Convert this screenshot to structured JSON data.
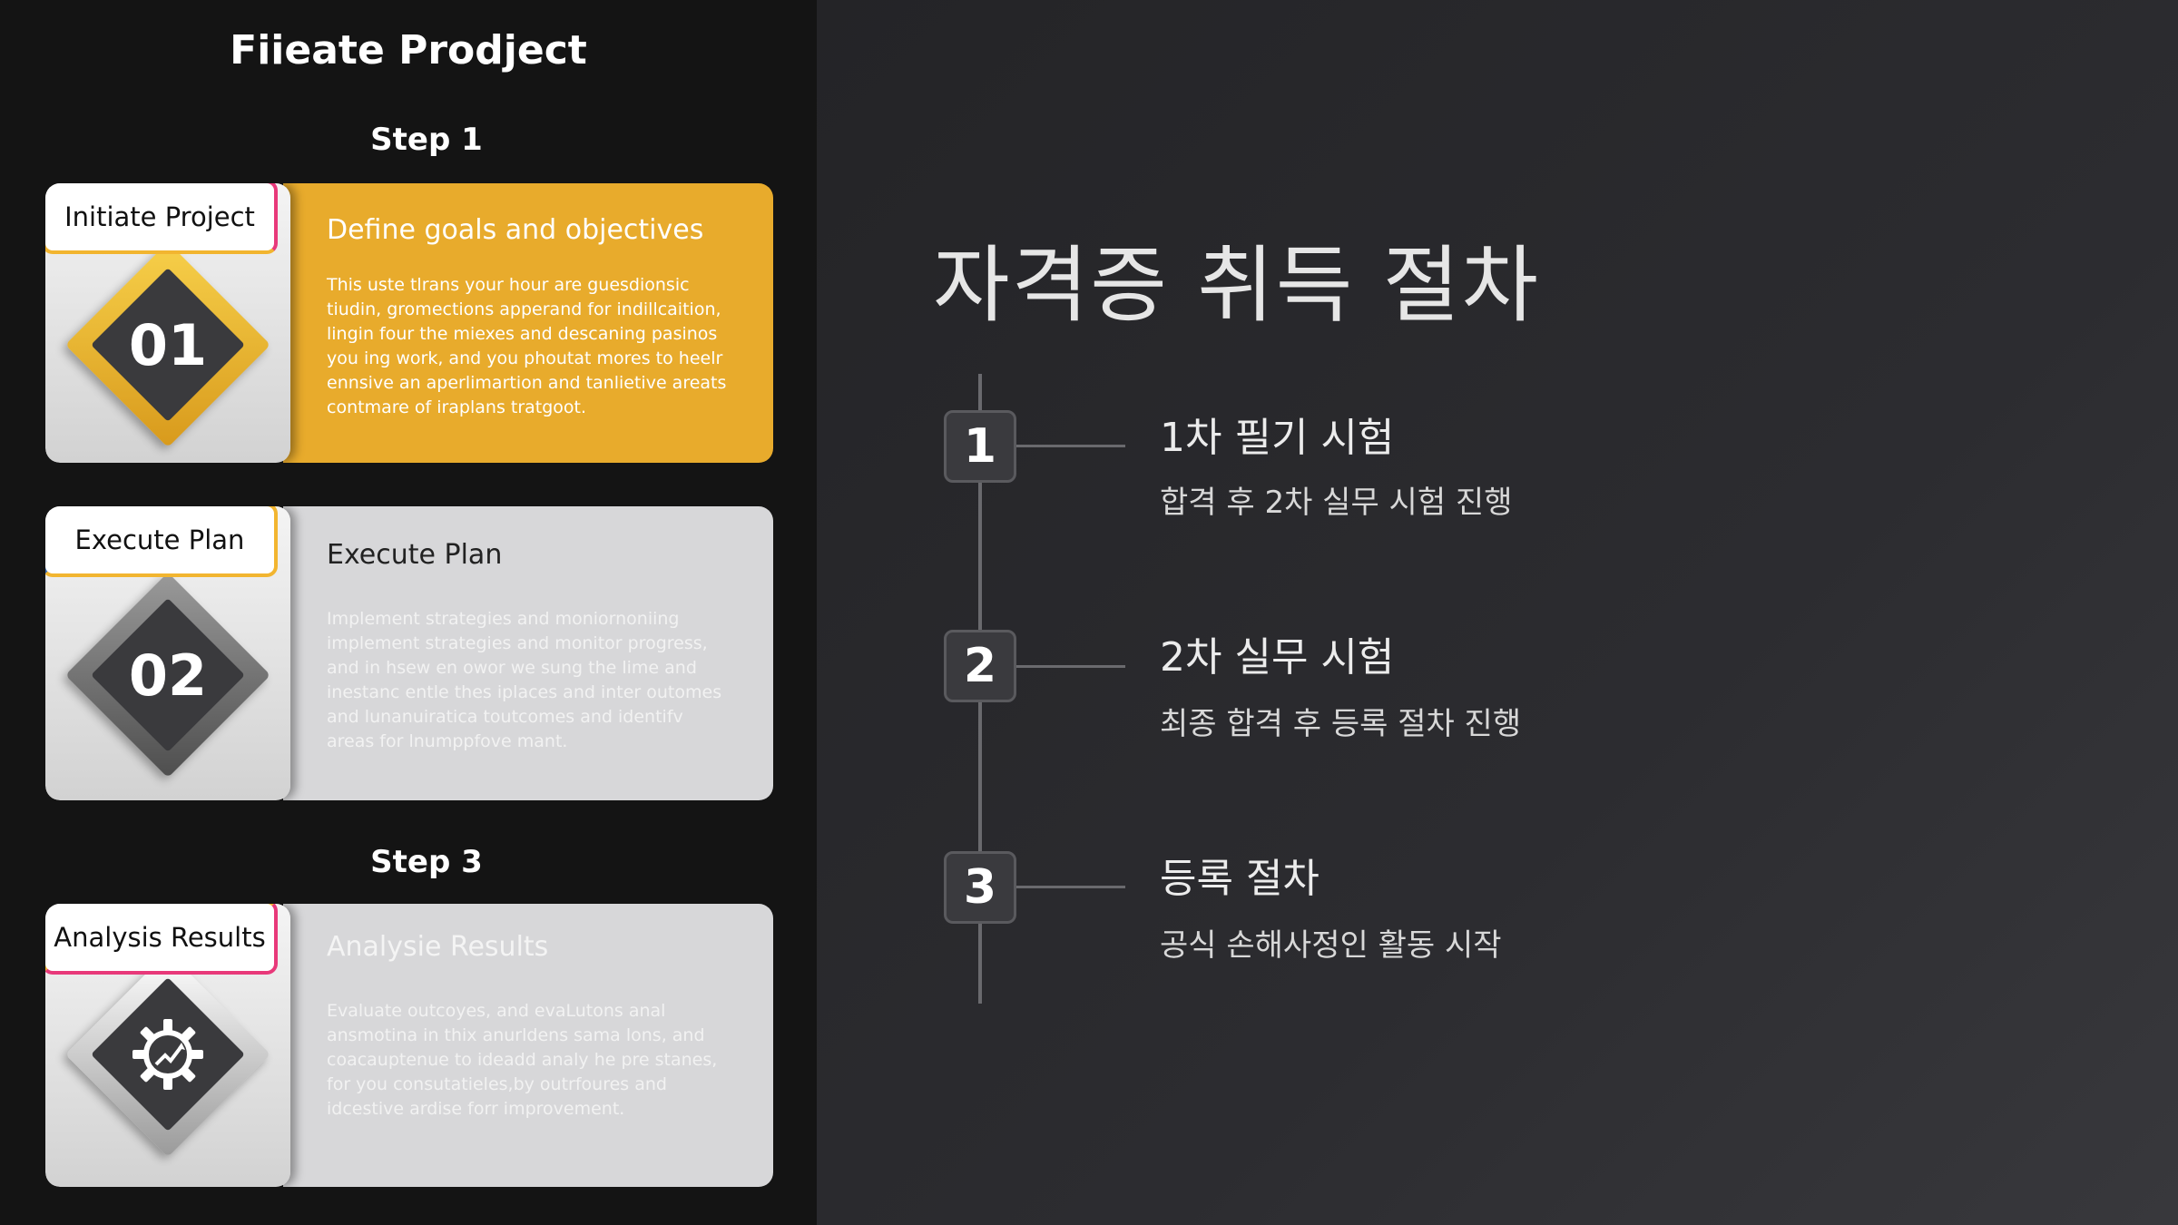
{
  "left": {
    "title": "Fiieate Prodject",
    "steps": [
      {
        "heading": "Step 1",
        "tag": "Initiate Project",
        "number": "01",
        "card_title": "Define goals and objectives",
        "card_text": "This uste tlrans your hour are guesdionsic tiudin, gromections apperand for indillcaition, lingin four the miexes and descaning pasinos you ing work, and you phoutat mores to heelr ennsive an aperlimartion and tanlietive areats contmare of iraplans tratgoot."
      },
      {
        "heading": "",
        "tag": "Execute Plan",
        "number": "02",
        "card_title": "Execute Plan",
        "card_text": "Implement strategies and moniornoniing implement strategies and monitor progress, and in hsew en owor we sung the lime and inestanc entle thes iplaces and inter outomes and lunanuiratica toutcomes and identifv areas for lnumppfove mant."
      },
      {
        "heading": "Step 3",
        "tag": "Analysis Results",
        "icon": "gear-chart-icon",
        "card_title": "Analysie Results",
        "card_text": "Evaluate outcoyes, and evaLutons anal ansmotina in thix anurldens sama lons, and coacauptenue to ideadd analy he pre stanes, for you consutatieles,by outrfoures and idcestive ardise forr improvement."
      }
    ]
  },
  "right": {
    "title": "자격증 취득 절차",
    "steps": [
      {
        "number": "1",
        "title": "1차 필기 시험",
        "desc": "합격 후 2차 실무 시험 진행"
      },
      {
        "number": "2",
        "title": "2차 실무 시험",
        "desc": "최종 합격 후 등록 절차 진행"
      },
      {
        "number": "3",
        "title": "등록 절차",
        "desc": "공식 손해사정인 활동 시작"
      }
    ]
  },
  "colors": {
    "accent_yellow": "#e8ab2c",
    "card_gray": "#d7d7d9",
    "tag_pink": "#e8397a",
    "tag_blue": "#3b6db3"
  }
}
